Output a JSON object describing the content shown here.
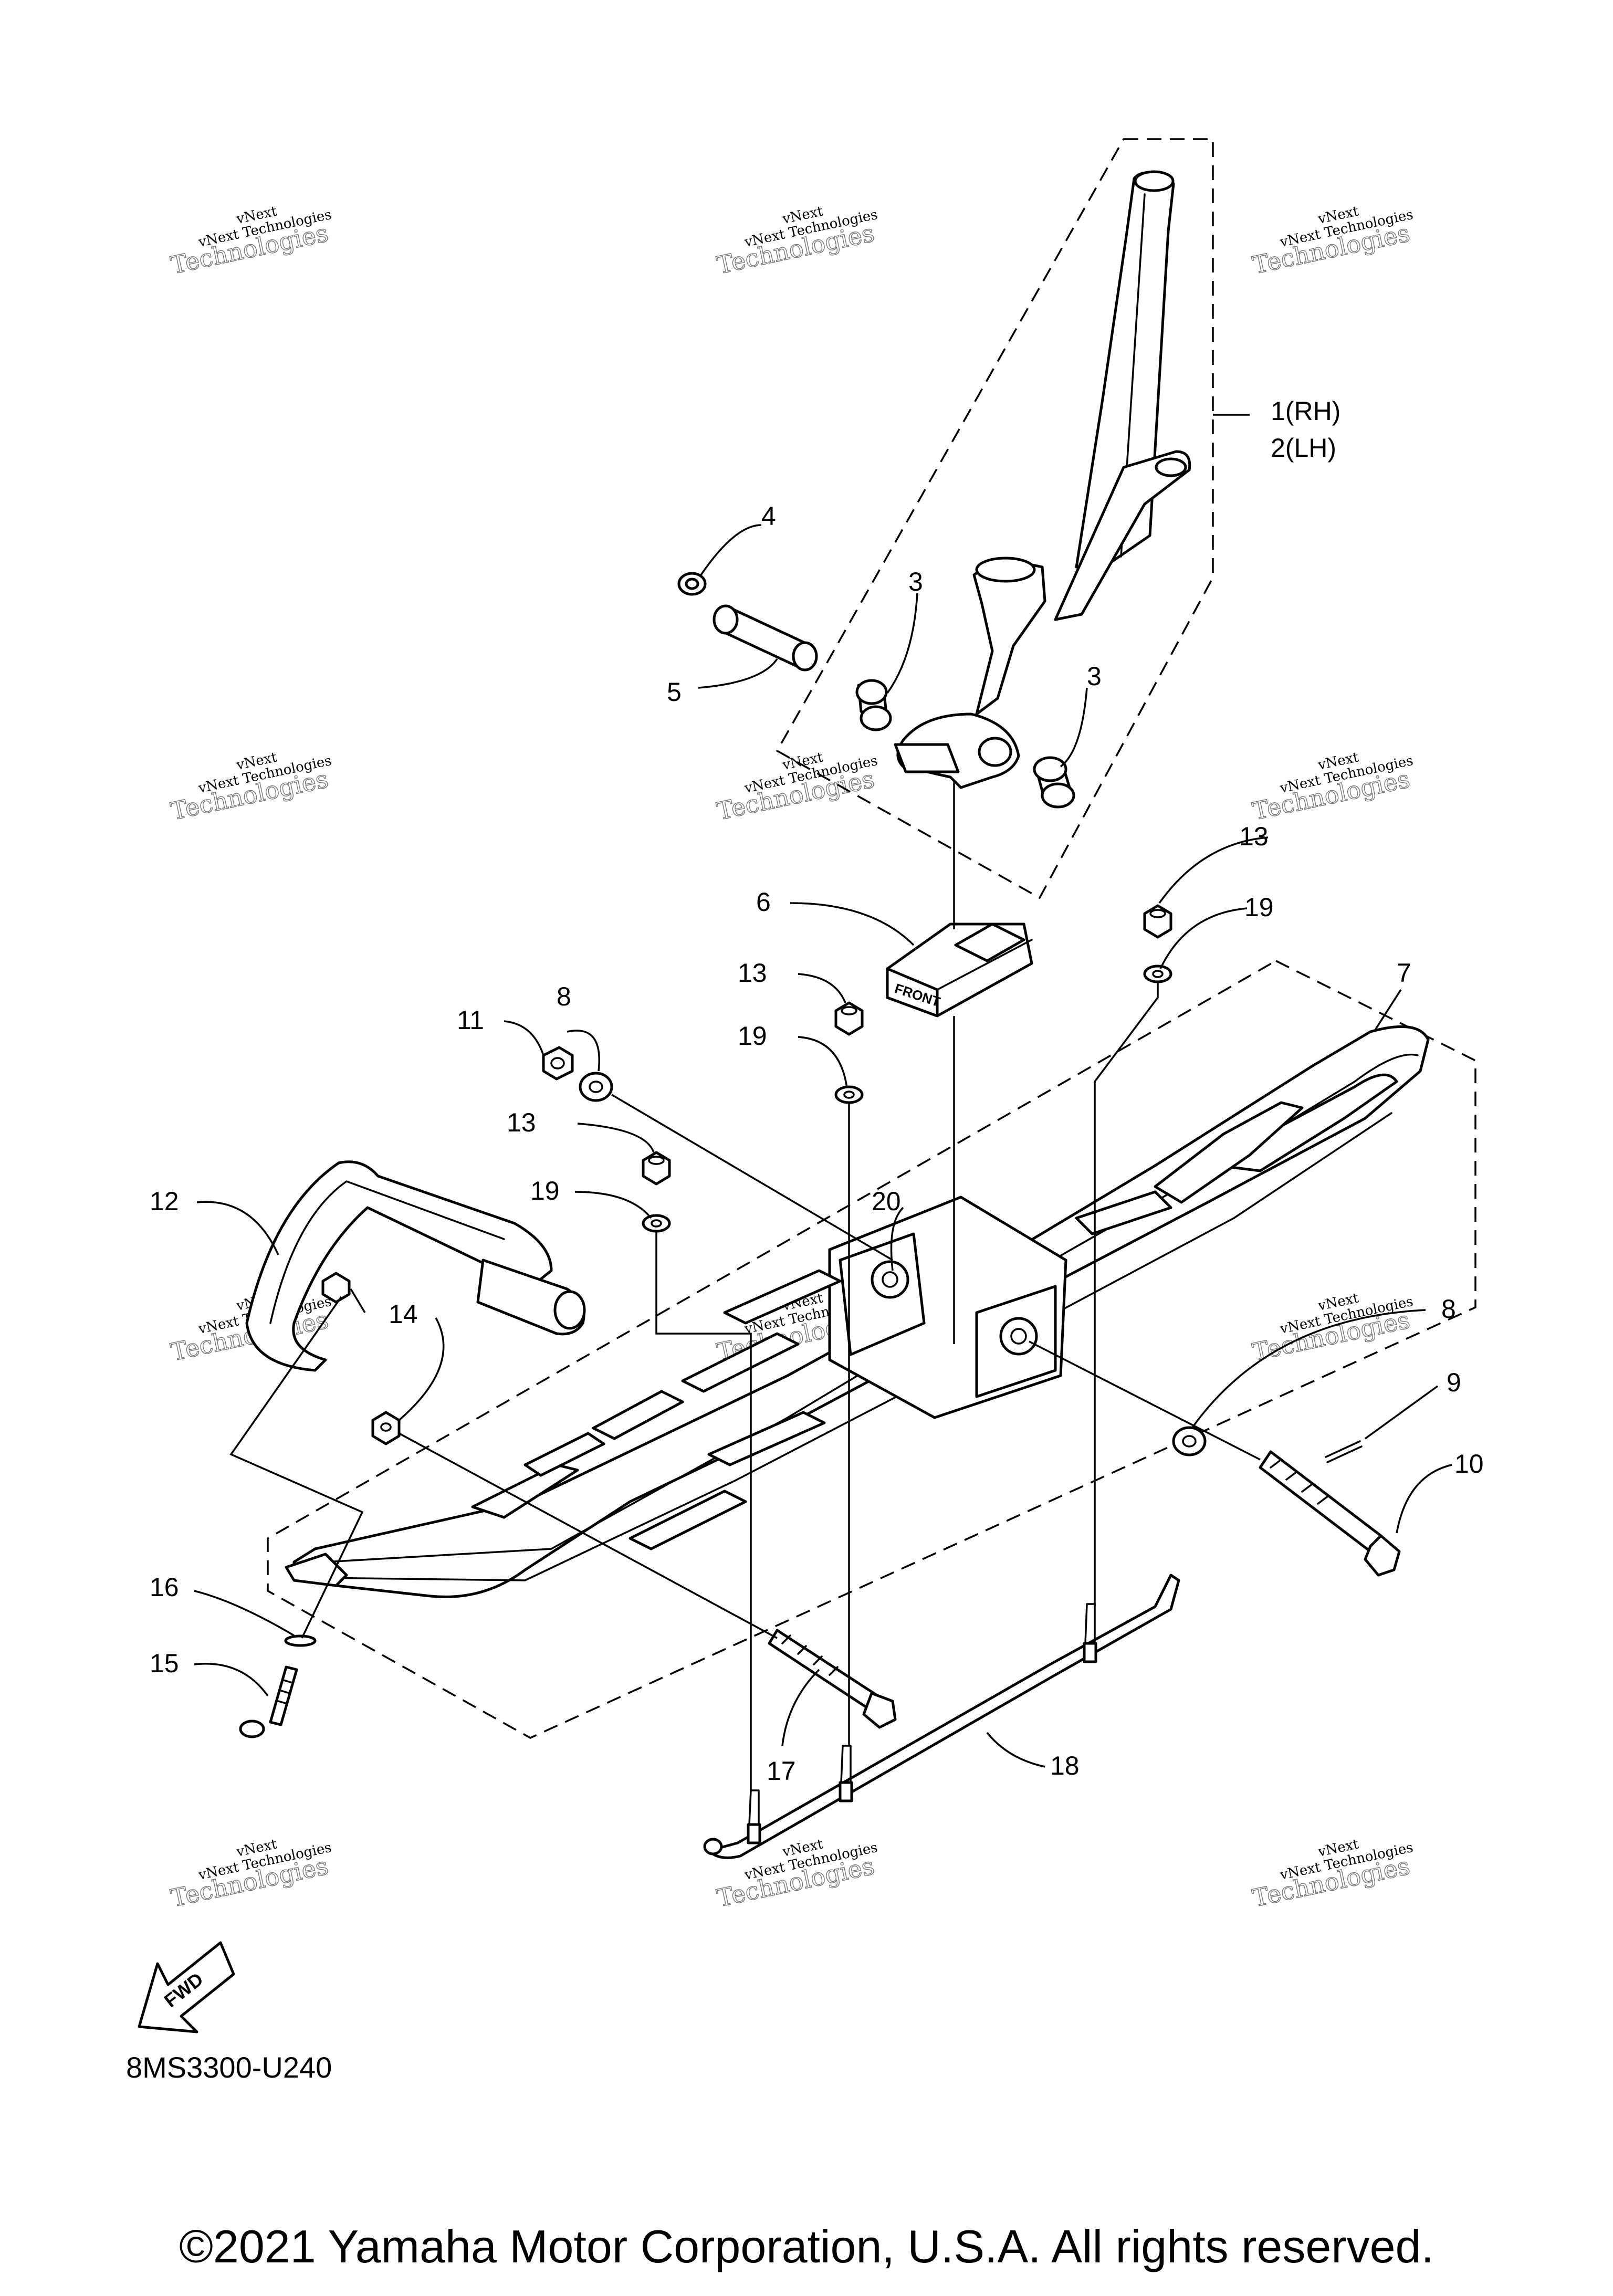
{
  "callouts": {
    "c1": "1(RH)",
    "c2": "2(LH)",
    "c3a": "3",
    "c3b": "3",
    "c4": "4",
    "c5": "5",
    "c6": "6",
    "c7": "7",
    "c8a": "8",
    "c8b": "8",
    "c9": "9",
    "c10": "10",
    "c11": "11",
    "c12": "12",
    "c13a": "13",
    "c13b": "13",
    "c13c": "13",
    "c14": "14",
    "c15": "15",
    "c16": "16",
    "c17": "17",
    "c18": "18",
    "c19a": "19",
    "c19b": "19",
    "c19c": "19",
    "c20": "20"
  },
  "watermark": {
    "top": "vNext",
    "line": "vNext Technologies",
    "large": "Technologies"
  },
  "front_label": "FRONT",
  "fwd_label": "FWD",
  "diagram_code": "8MS3300-U240",
  "copyright": "©2021 Yamaha Motor Corporation, U.S.A. All rights reserved."
}
